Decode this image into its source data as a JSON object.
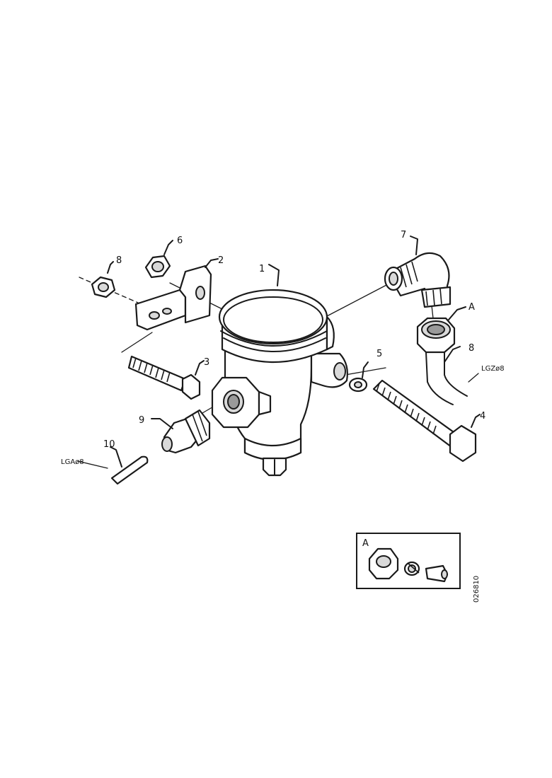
{
  "callouts": {
    "p1": "1",
    "p2": "2",
    "p3": "3",
    "p4": "4",
    "p5": "5",
    "p6": "6",
    "p7": "7",
    "p8a": "8",
    "p8b": "8",
    "p9": "9",
    "p10": "10",
    "pA": "A"
  },
  "pipe_labels": {
    "right": "LGZø8",
    "left": "LGAø8"
  },
  "inset": {
    "label": "A"
  },
  "figure_code": "026810"
}
